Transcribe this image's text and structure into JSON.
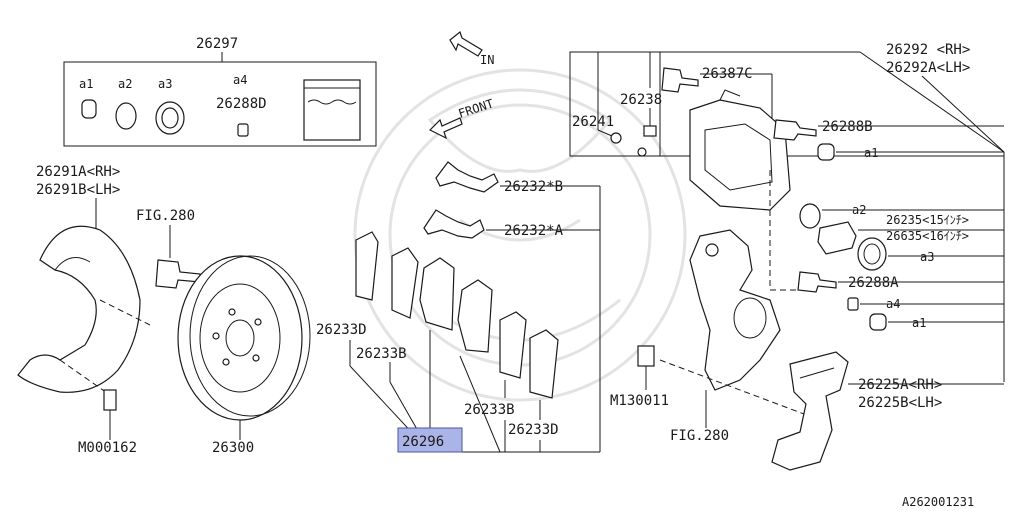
{
  "labels": {
    "kit": "26297",
    "kit_a1": "a1",
    "kit_a2": "a2",
    "kit_a3": "a3",
    "kit_a4": "a4",
    "kit_26288d": "26288D",
    "dir_in": "IN",
    "dir_front": "FRONT",
    "p26291a": "26291A<RH>",
    "p26291b": "26291B<LH>",
    "fig280_left": "FIG.280",
    "m000162": "M000162",
    "p26300": "26300",
    "p26232b": "26232*B",
    "p26232a": "26232*A",
    "p26233d_left": "26233D",
    "p26233b_left": "26233B",
    "p26233b_right": "26233B",
    "p26233d_right": "26233D",
    "p26296": "26296",
    "p26241": "26241",
    "p26238": "26238",
    "p26387c": "26387C",
    "p26292": "26292 <RH>",
    "p26292a": "26292A<LH>",
    "p26288b": "26288B",
    "r_a1_top": "a1",
    "r_a2": "a2",
    "p26235": "26235<15ｲﾝﾁ>",
    "p26635": "26635<16ｲﾝﾁ>",
    "r_a3": "a3",
    "p26288a": "26288A",
    "r_a4": "a4",
    "r_a1_bottom": "a1",
    "m130011": "M130011",
    "fig280_right": "FIG.280",
    "p26225a": "26225A<RH>",
    "p26225b": "26225B<LH>",
    "code": "A262001231"
  },
  "colors": {
    "line": "#1a1a1a",
    "highlight_fill": "#aab4e6",
    "highlight_stroke": "#4a55a8",
    "watermark": "#e3e3e3"
  }
}
